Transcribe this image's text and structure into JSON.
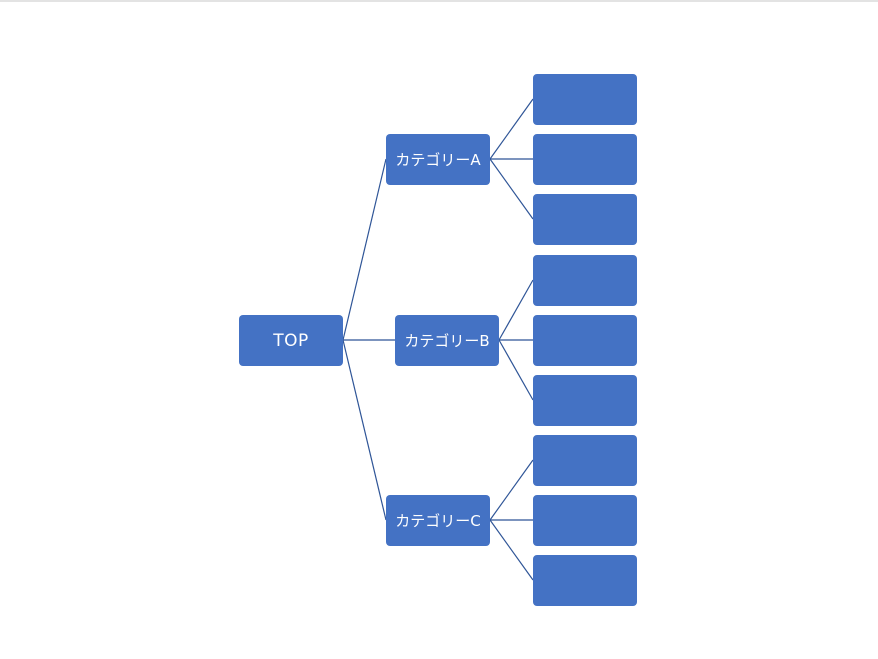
{
  "diagram": {
    "root": {
      "label": "TOP",
      "children": [
        {
          "label": "カテゴリーA",
          "children": [
            "",
            "",
            ""
          ]
        },
        {
          "label": "カテゴリーB",
          "children": [
            "",
            "",
            ""
          ]
        },
        {
          "label": "カテゴリーC",
          "children": [
            "",
            "",
            ""
          ]
        }
      ]
    },
    "colors": {
      "node_fill": "#4472c4",
      "node_text": "#ffffff",
      "connector": "#2f5597"
    }
  }
}
